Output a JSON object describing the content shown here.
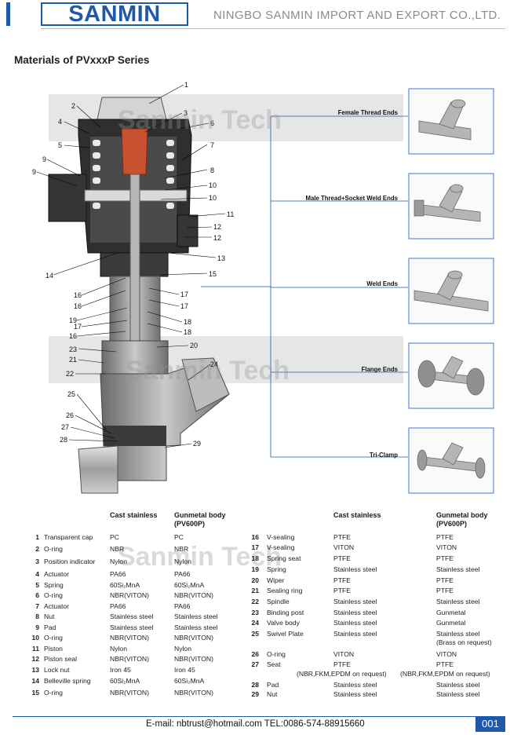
{
  "header": {
    "logo": "SANMIN",
    "company": "NINGBO SANMIN IMPORT AND EXPORT CO.,LTD."
  },
  "title": "Materials of PVxxxP Series",
  "watermark": "Sanmin Tech",
  "callouts": [
    "1",
    "2",
    "3",
    "4",
    "5",
    "6",
    "7",
    "8",
    "9",
    "9",
    "10",
    "10",
    "11",
    "12",
    "12",
    "13",
    "14",
    "15",
    "16",
    "16",
    "17",
    "17",
    "18",
    "18",
    "19",
    "17",
    "16",
    "20",
    "23",
    "21",
    "22",
    "24",
    "25",
    "26",
    "27",
    "28",
    "29"
  ],
  "end_types": [
    "Female Thread Ends",
    "Male Thread+Socket Weld Ends",
    "Weld Ends",
    "Flange Ends",
    "Tri-Clamp"
  ],
  "table_headers": {
    "cast_stainless": "Cast stainless",
    "gunmetal": "Gunmetal body",
    "gunmetal_sub": "(PV600P)"
  },
  "materials_left": [
    {
      "no": "1",
      "part": "Transparent cap",
      "cast": "PC",
      "gun": "PC"
    },
    {
      "no": "2",
      "part": "O-ring",
      "cast": "NBR",
      "gun": "NBR"
    },
    {
      "no": "3",
      "part": "Position indicator",
      "cast": "Nylon",
      "gun": "Nylon"
    },
    {
      "no": "4",
      "part": "Actuator",
      "cast": "PA66",
      "gun": "PA66"
    },
    {
      "no": "5",
      "part": "Spring",
      "cast": "60Si₂MnA",
      "gun": "60Si₂MnA"
    },
    {
      "no": "6",
      "part": "O-ring",
      "cast": "NBR(VITON)",
      "gun": "NBR(VITON)"
    },
    {
      "no": "7",
      "part": "Actuator",
      "cast": "PA66",
      "gun": "PA66"
    },
    {
      "no": "8",
      "part": "Nut",
      "cast": "Stainless steel",
      "gun": "Stainless steel"
    },
    {
      "no": "9",
      "part": "Pad",
      "cast": "Stainless steel",
      "gun": "Stainless steel"
    },
    {
      "no": "10",
      "part": "O-ring",
      "cast": "NBR(VITON)",
      "gun": "NBR(VITON)"
    },
    {
      "no": "11",
      "part": "Piston",
      "cast": "Nylon",
      "gun": "Nylon"
    },
    {
      "no": "12",
      "part": "Piston seal",
      "cast": "NBR(VITON)",
      "gun": "NBR(VITON)"
    },
    {
      "no": "13",
      "part": "Lock nut",
      "cast": "Iron 45",
      "gun": "Iron 45"
    },
    {
      "no": "14",
      "part": "Belleville spring",
      "cast": "60Si₂MnA",
      "gun": "60Si₂MnA"
    },
    {
      "no": "15",
      "part": "O-ring",
      "cast": "NBR(VITON)",
      "gun": "NBR(VITON)"
    }
  ],
  "materials_right": [
    {
      "no": "16",
      "part": "V-sealing",
      "cast": "PTFE",
      "gun": "PTFE"
    },
    {
      "no": "17",
      "part": "V-sealing",
      "cast": "VITON",
      "gun": "VITON"
    },
    {
      "no": "18",
      "part": "Spring seat",
      "cast": "PTFE",
      "gun": "PTFE"
    },
    {
      "no": "19",
      "part": "Spring",
      "cast": "Stainless steel",
      "gun": "Stainless steel"
    },
    {
      "no": "20",
      "part": "Wiper",
      "cast": "PTFE",
      "gun": "PTFE"
    },
    {
      "no": "21",
      "part": "Sealing ring",
      "cast": "PTFE",
      "gun": "PTFE"
    },
    {
      "no": "22",
      "part": "Spindle",
      "cast": "Stainless steel",
      "gun": "Stainless steel"
    },
    {
      "no": "23",
      "part": "Binding post",
      "cast": "Stainless steel",
      "gun": "Gunmetal"
    },
    {
      "no": "24",
      "part": "Valve body",
      "cast": "Stainless steel",
      "gun": "Gunmetal"
    },
    {
      "no": "25",
      "part": "Swivel Plate",
      "cast": "Stainless steel",
      "gun": "Stainless steel"
    },
    {
      "no": "",
      "part": "",
      "cast": "",
      "gun": "(Brass on request)"
    },
    {
      "no": "26",
      "part": "O-ring",
      "cast": "VITON",
      "gun": "VITON"
    },
    {
      "no": "27",
      "part": "Seat",
      "cast": "PTFE",
      "gun": "PTFE"
    },
    {
      "no": "",
      "part": "",
      "cast": "(NBR,FKM,EPDM on request)",
      "gun": "(NBR,FKM,EPDM on request)"
    },
    {
      "no": "28",
      "part": "Pad",
      "cast": "Stainless steel",
      "gun": "Stainless steel"
    },
    {
      "no": "29",
      "part": "Nut",
      "cast": "Stainless steel",
      "gun": "Stainless steel"
    }
  ],
  "footer": {
    "contact": "E-mail: nbtrust@hotmail.com       TEL:0086-574-88915660",
    "page": "001"
  },
  "colors": {
    "brand": "#1f5aa8",
    "actuator": "#3a3a3a",
    "indicator": "#c8522f",
    "body": "#9a9a9a"
  }
}
